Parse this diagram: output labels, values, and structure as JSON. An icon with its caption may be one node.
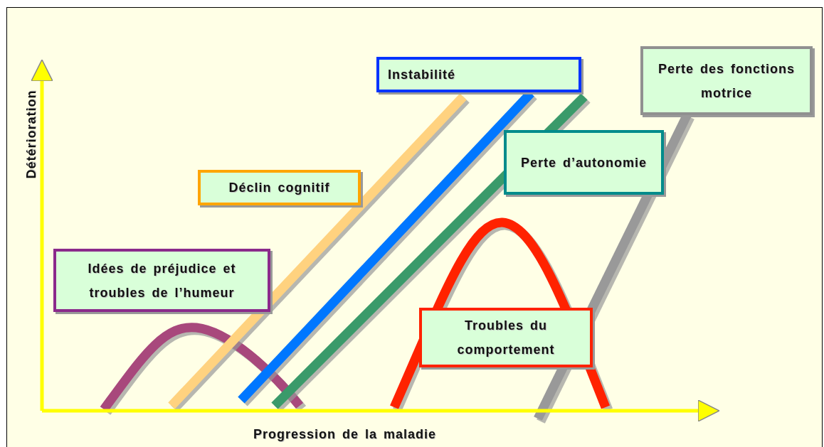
{
  "diagram": {
    "nodes": [
      {
        "text": [
          "Instabilité"
        ]
      },
      {
        "text": [
          "Perte des fonctions motrice"
        ]
      },
      {
        "text": [
          "Perte d’autonomie"
        ]
      },
      {
        "text": [
          "Déclin cognitif"
        ]
      },
      {
        "text": [
          "Idées de préjudice et troubles de l’humeur"
        ]
      },
      {
        "text": [
          "Troubles du comportement"
        ]
      }
    ],
    "labels": [
      "Détérioration",
      "Progression de la maladie"
    ]
  }
}
